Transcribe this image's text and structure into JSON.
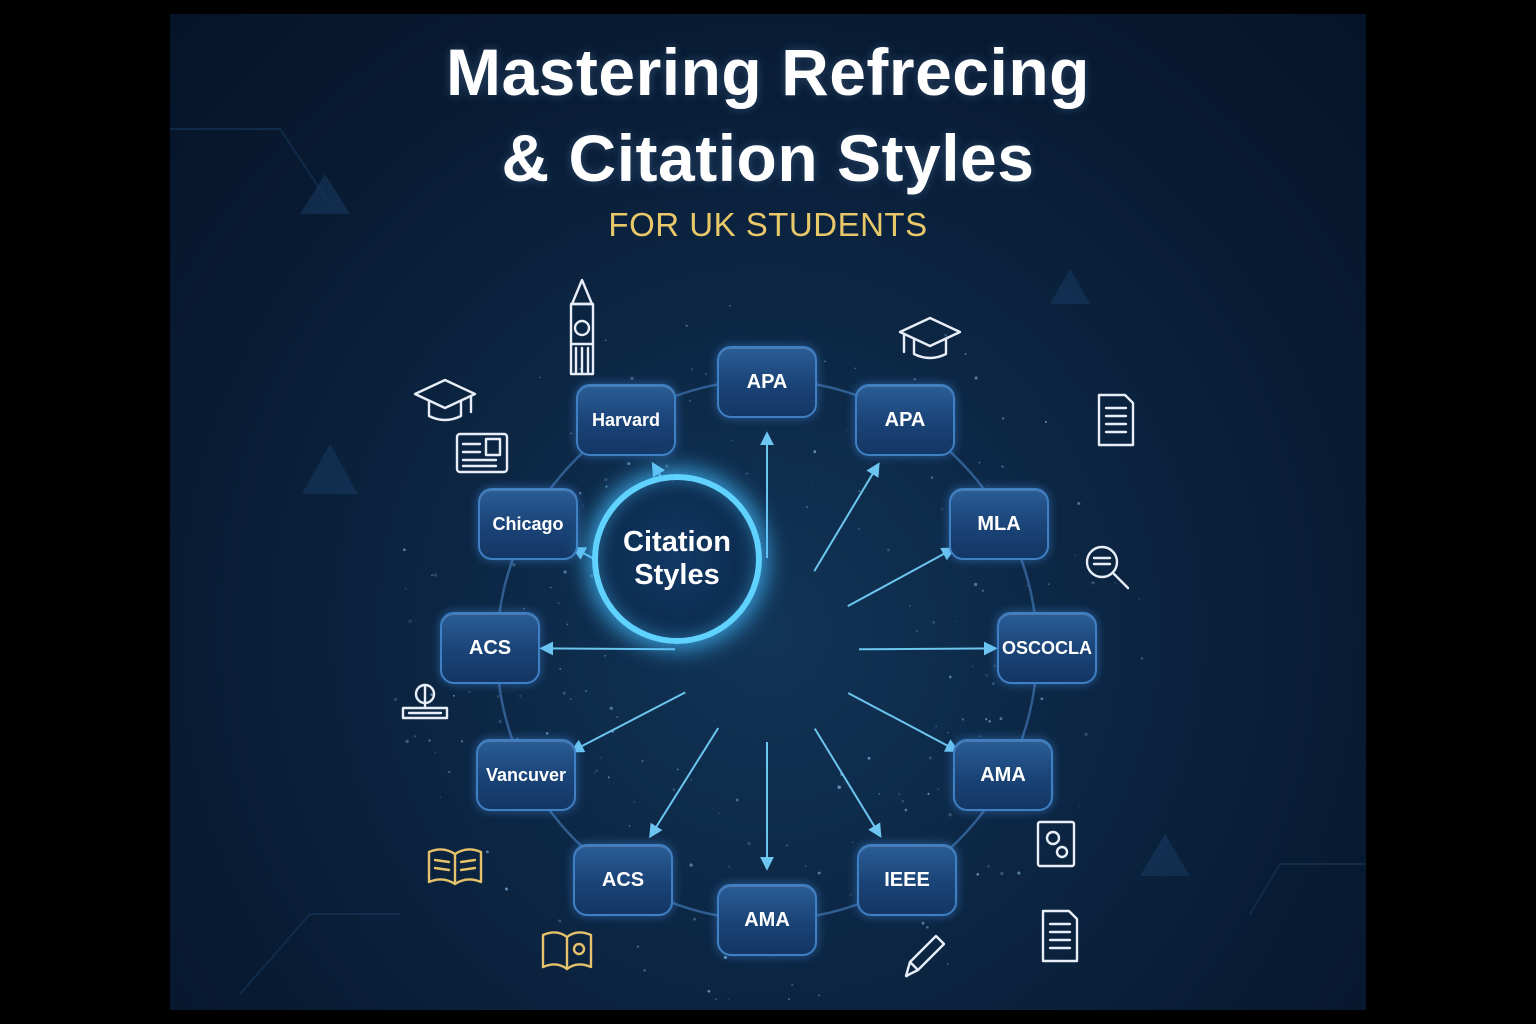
{
  "header": {
    "title_line1": "Mastering Refrecing",
    "title_line2": "& Citation Styles",
    "subtitle": "FOR UK STUDENTS"
  },
  "hub": {
    "label": "Citation\nStyles"
  },
  "styles": [
    {
      "label": "APA"
    },
    {
      "label": "APA"
    },
    {
      "label": "MLA"
    },
    {
      "label": "OSCOCLA"
    },
    {
      "label": "AMA"
    },
    {
      "label": "IEEE"
    },
    {
      "label": "AMA"
    },
    {
      "label": "ACS"
    },
    {
      "label": "Vancuver"
    },
    {
      "label": "ACS"
    },
    {
      "label": "Chicago"
    },
    {
      "label": "Harvard"
    }
  ],
  "decor_icons": [
    "big-ben-icon",
    "graduation-cap-icon",
    "graduation-cap-icon",
    "id-card-icon",
    "document-icon",
    "magnifier-icon",
    "microscope-icon",
    "gear-document-icon",
    "open-book-icon",
    "book-gear-icon",
    "pencil-icon",
    "document-icon"
  ],
  "colors": {
    "background": "#0a2040",
    "node_fill": "#1b4679",
    "node_border": "#3f7fc4",
    "hub_glow": "#5fd2ff",
    "arrow": "#6cc6f0",
    "subtitle": "#e9c86a",
    "title": "#ffffff",
    "gold_icon": "#e6c26a"
  }
}
